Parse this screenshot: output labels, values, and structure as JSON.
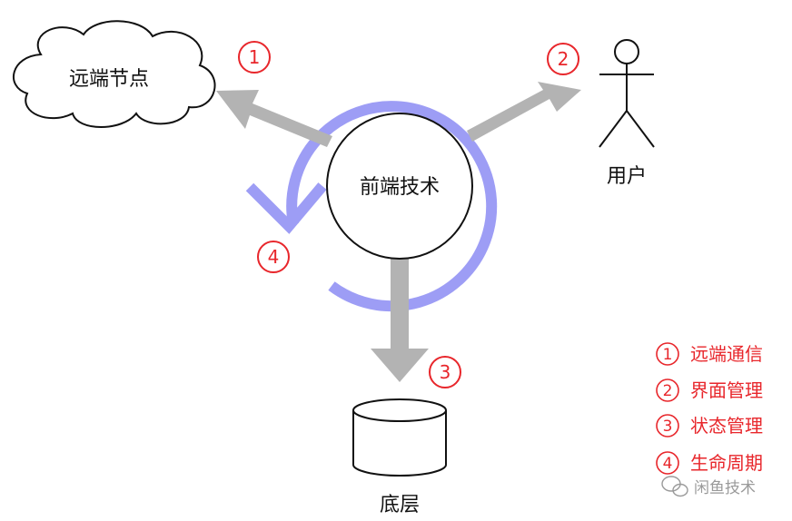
{
  "center": {
    "label": "前端技术"
  },
  "remote": {
    "label": "远端节点"
  },
  "user": {
    "label": "用户"
  },
  "storage": {
    "label": "底层"
  },
  "markers": [
    {
      "num": "1"
    },
    {
      "num": "2"
    },
    {
      "num": "3"
    },
    {
      "num": "4"
    }
  ],
  "legend": [
    {
      "num": "1",
      "text": "远端通信"
    },
    {
      "num": "2",
      "text": "界面管理"
    },
    {
      "num": "3",
      "text": "状态管理"
    },
    {
      "num": "4",
      "text": "生命周期"
    }
  ],
  "watermark": {
    "text": "闲鱼技术"
  },
  "colors": {
    "arrow": "#b3b3b3",
    "cycle": "#9d9df5",
    "marker": "#e8262b",
    "outline": "#111111",
    "watermark": "#9a9a9a"
  },
  "icons": [
    "cloud-icon",
    "stick-figure-icon",
    "database-cylinder-icon",
    "wechat-icon"
  ]
}
